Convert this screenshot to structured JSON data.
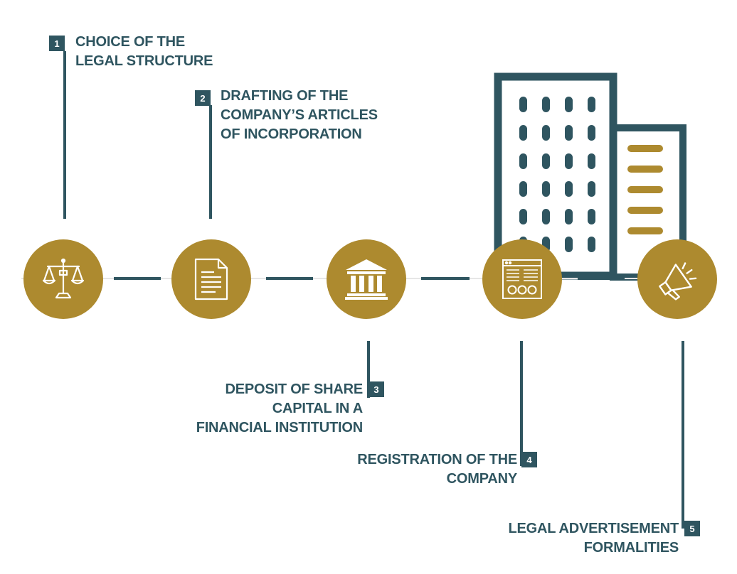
{
  "colors": {
    "teal": "#2f5560",
    "gold": "#ad8a2f",
    "white": "#ffffff",
    "divider": "#e6e6e6"
  },
  "steps": [
    {
      "number": "1",
      "lines": [
        "CHOICE OF THE",
        "LEGAL STRUCTURE"
      ],
      "icon": "scales-of-justice-icon"
    },
    {
      "number": "2",
      "lines": [
        "DRAFTING OF THE",
        "COMPANY’S ARTICLES",
        "OF INCORPORATION"
      ],
      "icon": "document-icon"
    },
    {
      "number": "3",
      "lines": [
        "DEPOSIT OF SHARE",
        "CAPITAL IN A",
        "FINANCIAL INSTITUTION"
      ],
      "icon": "bank-building-icon"
    },
    {
      "number": "4",
      "lines": [
        "REGISTRATION OF THE",
        "COMPANY"
      ],
      "icon": "registration-form-icon"
    },
    {
      "number": "5",
      "lines": [
        "LEGAL ADVERTISEMENT",
        "FORMALITIES"
      ],
      "icon": "megaphone-icon"
    }
  ],
  "illustration": {
    "icon": "office-buildings-icon"
  }
}
